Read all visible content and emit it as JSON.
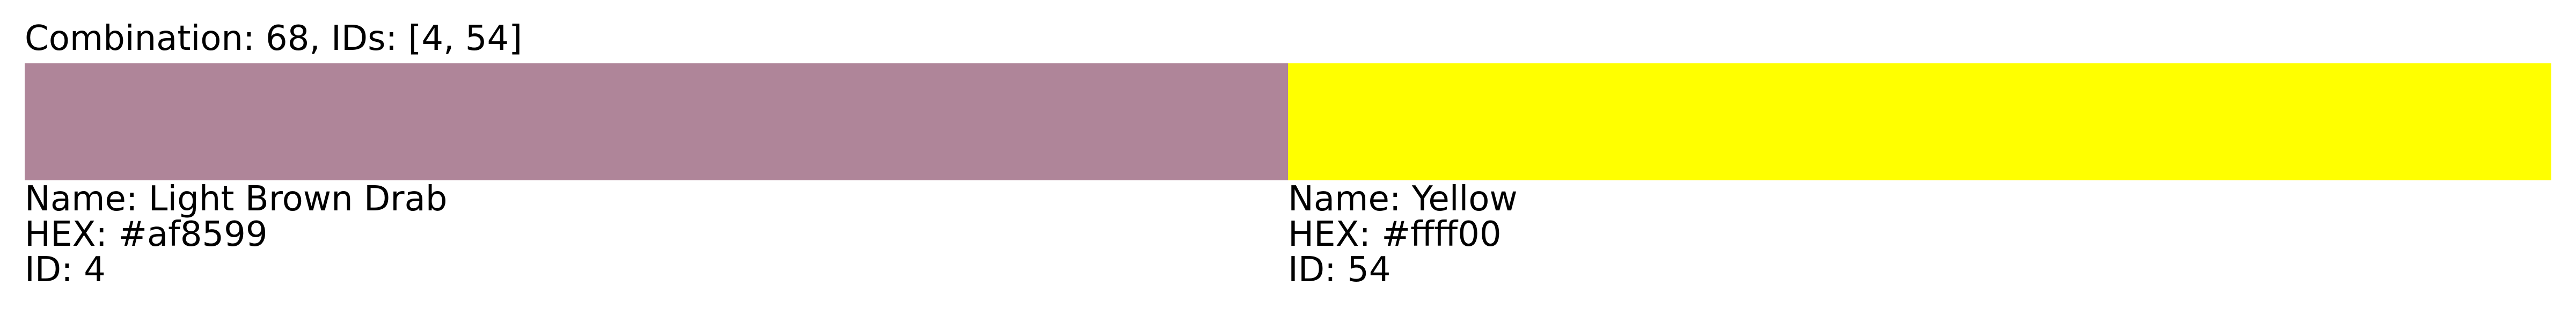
{
  "title": "Combination: 68, IDs: [4, 54]",
  "colors": [
    {
      "name_line": "Name: Light Brown Drab",
      "hex_line": "HEX: #af8599",
      "id_line": "ID: 4",
      "swatch": "#af8599"
    },
    {
      "name_line": "Name: Yellow",
      "hex_line": "HEX: #ffff00",
      "id_line": "ID: 54",
      "swatch": "#ffff00"
    }
  ]
}
